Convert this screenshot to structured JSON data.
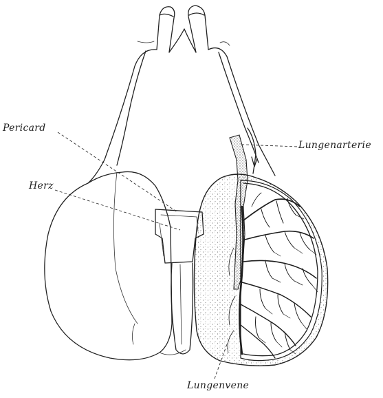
{
  "labels": {
    "pericard": "Pericard",
    "herz": "Herz",
    "lungenarterie": "Lungenarterie",
    "lungenvene": "Lungenvene"
  },
  "colors": {
    "ink": "#222222",
    "background": "#ffffff"
  }
}
